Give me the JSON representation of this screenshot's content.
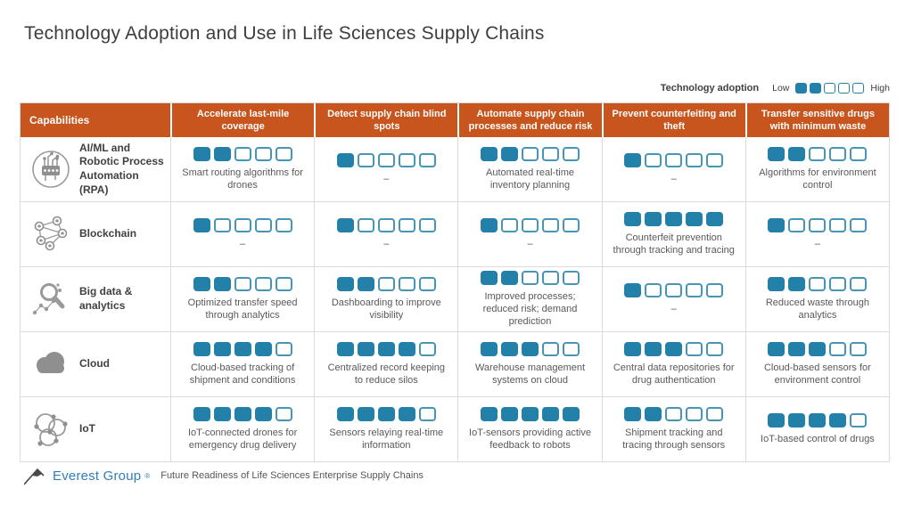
{
  "colors": {
    "orange": "#C8551E",
    "accent": "#2380A8",
    "empty_border": "#4795B5",
    "title_text": "#3D3D3D",
    "note_text": "#595959"
  },
  "chart_data": {
    "type": "table",
    "title": "Technology Adoption and Use in Life Sciences Supply Chains",
    "corner_label": "Capabilities",
    "legend": {
      "label": "Technology adoption",
      "low": "Low",
      "high": "High",
      "filled": 2,
      "scale_levels": 5
    },
    "columns": [
      "Accelerate last-mile coverage",
      "Detect supply chain blind spots",
      "Automate supply chain processes and reduce risk",
      "Prevent counterfeiting and theft",
      "Transfer sensitive drugs with minimum waste"
    ],
    "rows": [
      {
        "capability": "AI/ML and Robotic Process Automation (RPA)",
        "icon": "ai-chip-icon",
        "ratings": [
          2,
          1,
          2,
          1,
          2
        ],
        "notes": [
          "Smart routing algorithms for drones",
          "–",
          "Automated real-time inventory planning",
          "–",
          "Algorithms for environment control"
        ]
      },
      {
        "capability": "Blockchain",
        "icon": "blockchain-network-icon",
        "ratings": [
          1,
          1,
          1,
          5,
          1
        ],
        "notes": [
          "–",
          "–",
          "–",
          "Counterfeit prevention through tracking and tracing",
          "–"
        ]
      },
      {
        "capability": "Big data & analytics",
        "icon": "big-data-analytics-icon",
        "ratings": [
          2,
          2,
          2,
          1,
          2
        ],
        "notes": [
          "Optimized transfer speed through analytics",
          "Dashboarding to improve visibility",
          "Improved processes; reduced risk; demand prediction",
          "–",
          "Reduced waste through analytics"
        ]
      },
      {
        "capability": "Cloud",
        "icon": "cloud-icon",
        "ratings": [
          4,
          4,
          3,
          3,
          3
        ],
        "notes": [
          "Cloud-based tracking of shipment and conditions",
          "Centralized record keeping to reduce silos",
          "Warehouse management systems on cloud",
          "Central data repositories for drug authentication",
          "Cloud-based sensors for environment control"
        ]
      },
      {
        "capability": "IoT",
        "icon": "iot-network-icon",
        "ratings": [
          4,
          4,
          5,
          2,
          4
        ],
        "notes": [
          "IoT-connected drones for emergency drug delivery",
          "Sensors relaying real-time information",
          "IoT-sensors providing active feedback to robots",
          "Shipment tracking and tracing through sensors",
          "IoT-based control of drugs"
        ]
      }
    ]
  },
  "footer": {
    "brand": "Everest Group",
    "reg": "®",
    "caption": "Future Readiness of Life Sciences Enterprise Supply Chains"
  }
}
